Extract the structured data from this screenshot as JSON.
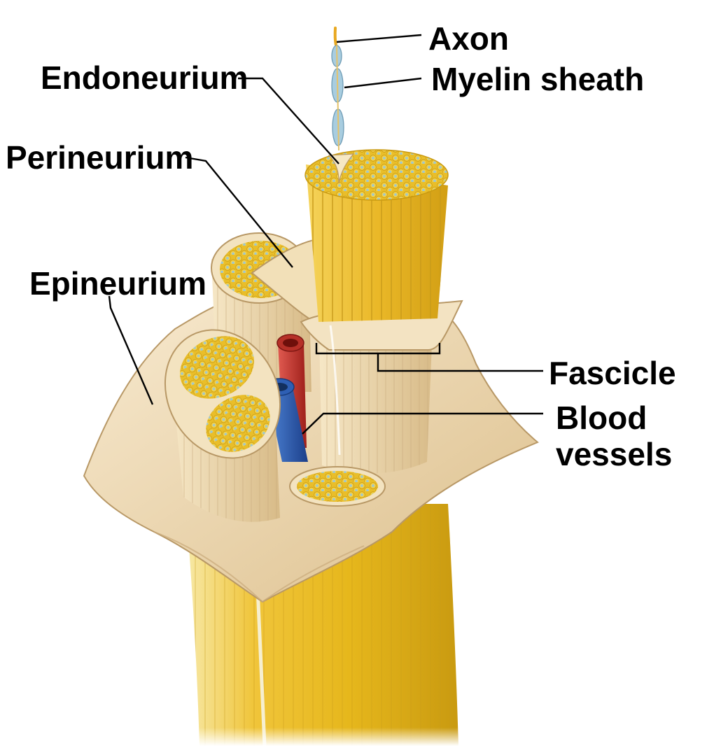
{
  "labels": {
    "axon": "Axon",
    "myelin_sheath": "Myelin sheath",
    "endoneurium": "Endoneurium",
    "perineurium": "Perineurium",
    "epineurium": "Epineurium",
    "fascicle": "Fascicle",
    "blood_vessels_line1": "Blood",
    "blood_vessels_line2": "vessels"
  },
  "colors": {
    "nerve_yellow": "#e8b820",
    "sheath_cream": "#f1dcb0",
    "fiber_dot": "#9fc7cf",
    "artery_red": "#c8302a",
    "vein_blue": "#2a5fb8",
    "myelin_blue": "#a8cde0",
    "leader_line": "#000000"
  }
}
